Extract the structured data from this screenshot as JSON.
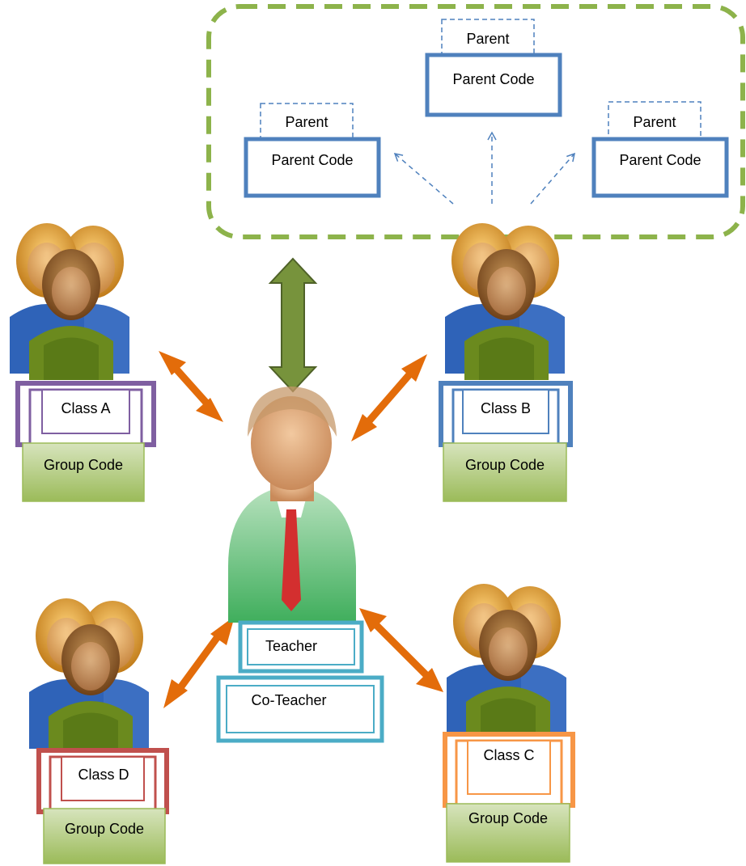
{
  "parent_group": {
    "cards": [
      {
        "parent": "Parent",
        "code": "Parent Code"
      },
      {
        "parent": "Parent",
        "code": "Parent Code"
      },
      {
        "parent": "Parent",
        "code": "Parent Code"
      }
    ]
  },
  "classes": [
    {
      "id": "a",
      "name": "Class A",
      "code": "Group Code",
      "color": "#7f5fa1"
    },
    {
      "id": "b",
      "name": "Class B",
      "code": "Group Code",
      "color": "#4f81bd"
    },
    {
      "id": "c",
      "name": "Class C",
      "code": "Group Code",
      "color": "#f79646"
    },
    {
      "id": "d",
      "name": "Class D",
      "code": "Group Code",
      "color": "#c0504d"
    }
  ],
  "teacher": {
    "label": "Teacher",
    "co_label": "Co-Teacher"
  },
  "colors": {
    "dashed_boundary": "#8db34b",
    "parent_box": "#4f81bd",
    "teacher_box": "#4bacc6",
    "group_code_fill": "#9bbb59",
    "double_arrow_green": "#77933c",
    "double_arrow_orange": "#e36c0a"
  },
  "icons": {
    "student_group": "people-group-icon",
    "teacher": "teacher-person-icon"
  }
}
